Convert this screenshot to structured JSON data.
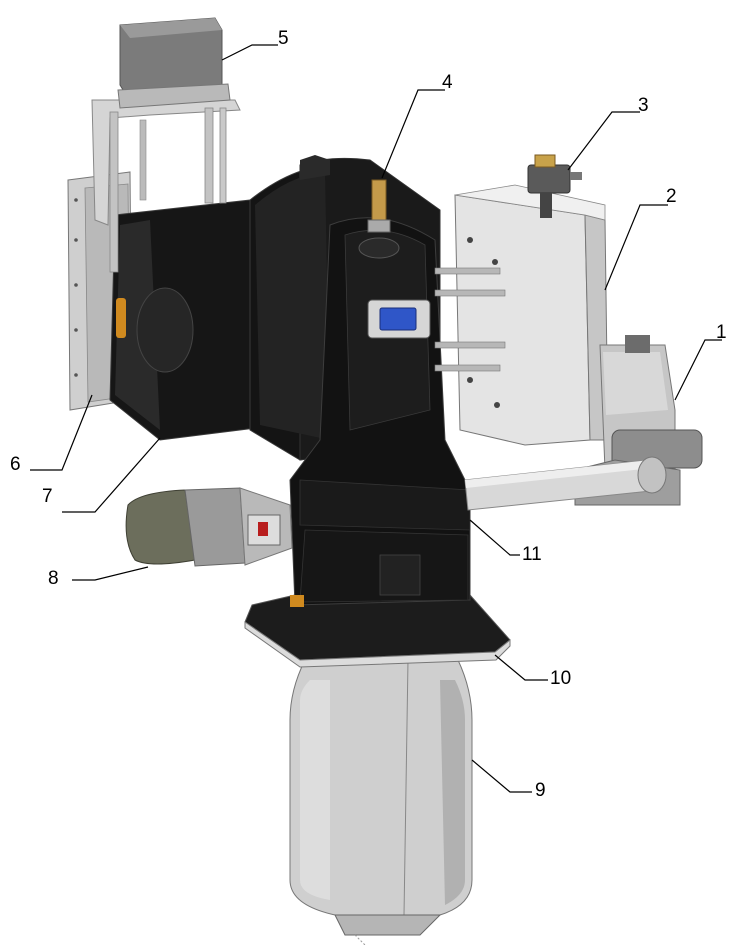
{
  "diagram": {
    "callouts": [
      {
        "id": "1",
        "label": "1"
      },
      {
        "id": "2",
        "label": "2"
      },
      {
        "id": "3",
        "label": "3"
      },
      {
        "id": "4",
        "label": "4"
      },
      {
        "id": "5",
        "label": "5"
      },
      {
        "id": "6",
        "label": "6"
      },
      {
        "id": "7",
        "label": "7"
      },
      {
        "id": "8",
        "label": "8"
      },
      {
        "id": "9",
        "label": "9"
      },
      {
        "id": "10",
        "label": "10"
      },
      {
        "id": "11",
        "label": "11"
      }
    ]
  },
  "colors": {
    "body": "#151515",
    "body_edge": "#3a3a3a",
    "metal_light": "#d9d9d9",
    "metal_mid": "#b8b8b8",
    "metal_dark": "#8e8e8e",
    "panel": "#e6e6e6",
    "motor_green": "#6c6e5c",
    "display_blue": "#2f56c8",
    "accent_orange": "#d08a1f",
    "accent_red": "#b81d1d"
  }
}
